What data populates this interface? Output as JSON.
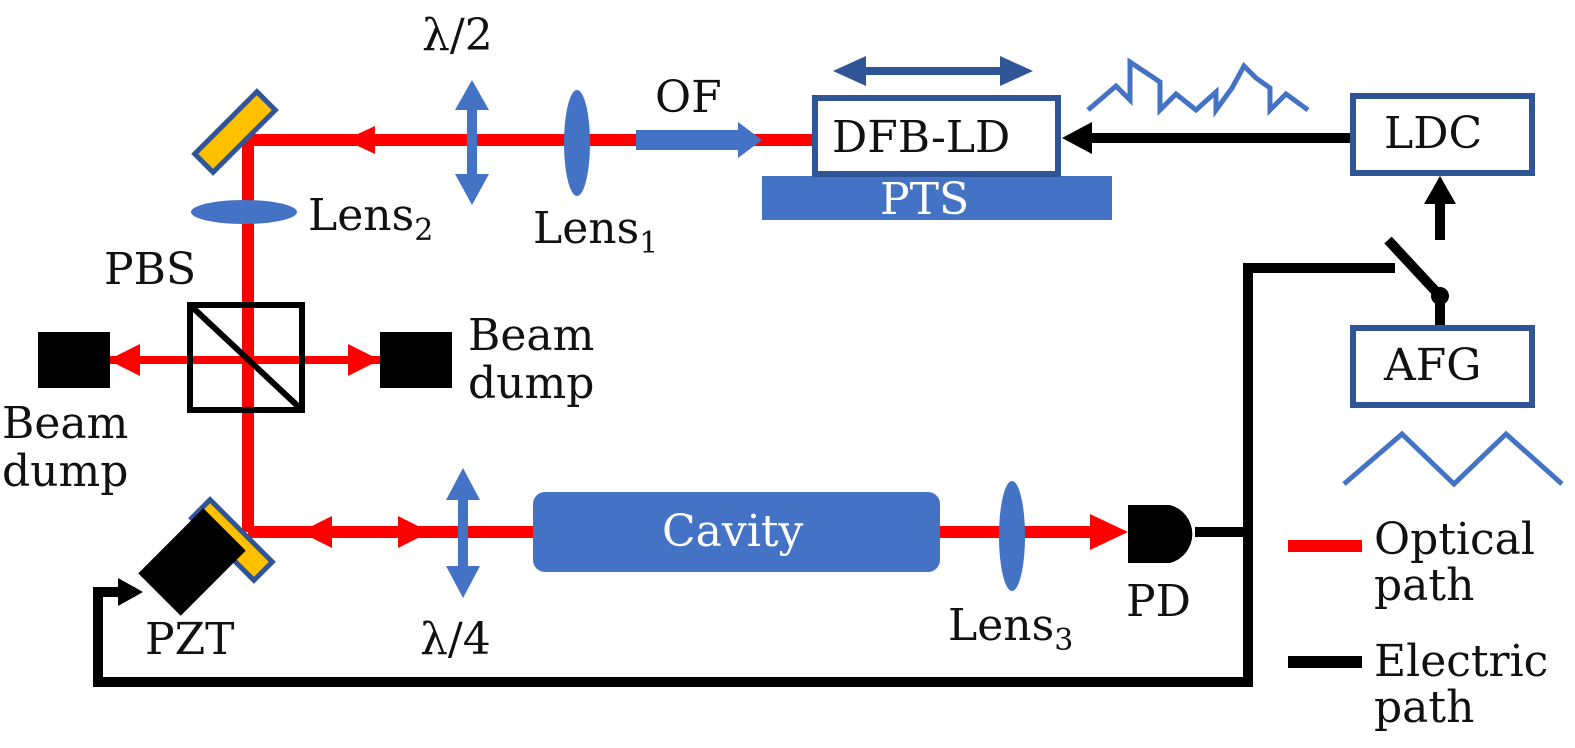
{
  "colors": {
    "optical": "#ff0000",
    "electric": "#000000",
    "component_blue": "#4472c4",
    "box_border": "#2f5597",
    "mirror_fill": "#ffc000",
    "mirror_border": "#2f5597"
  },
  "labels": {
    "half_wave": "λ/2",
    "quarter_wave": "λ/4",
    "of": "OF",
    "dfb_ld": "DFB-LD",
    "pts": "PTS",
    "ldc": "LDC",
    "afg": "AFG",
    "lens1": "Lens",
    "lens1_sub": "1",
    "lens2": "Lens",
    "lens2_sub": "2",
    "lens3": "Lens",
    "lens3_sub": "3",
    "pbs": "PBS",
    "beam_dump_right_line1": "Beam",
    "beam_dump_right_line2": "dump",
    "beam_dump_left_line1": "Beam",
    "beam_dump_left_line2": "dump",
    "cavity": "Cavity",
    "pd": "PD",
    "pzt": "PZT"
  },
  "legend": {
    "optical_line1": "Optical",
    "optical_line2": "path",
    "electric_line1": "Electric",
    "electric_line2": "path"
  }
}
